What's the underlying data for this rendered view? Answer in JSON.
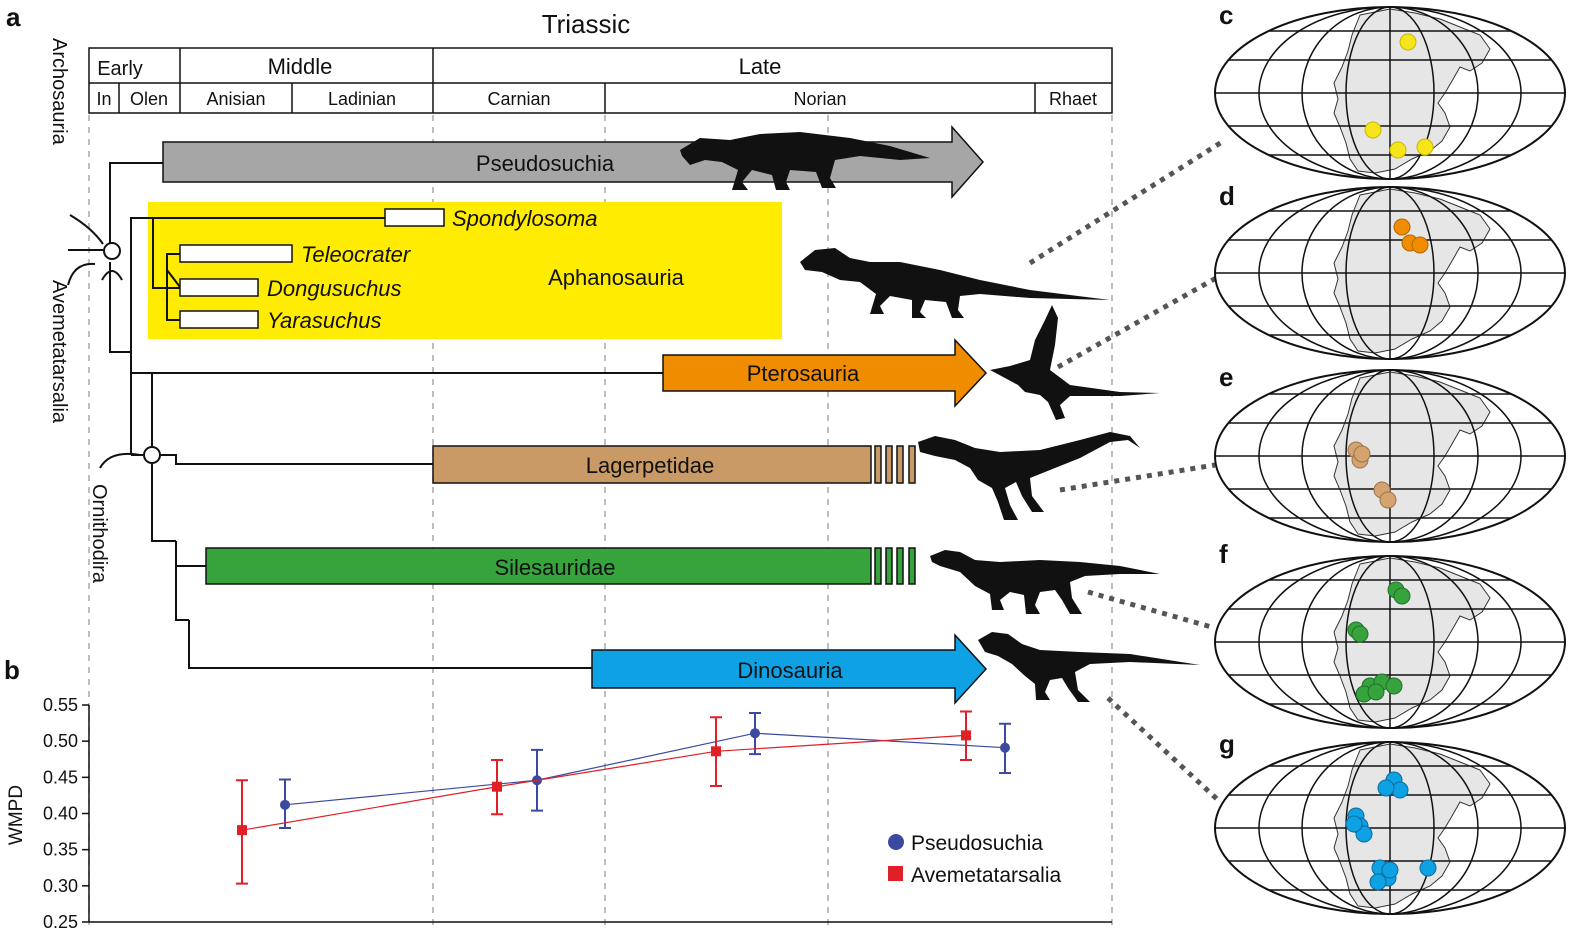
{
  "panel_labels": {
    "a": "a",
    "b": "b",
    "c": "c",
    "d": "d",
    "e": "e",
    "f": "f",
    "g": "g"
  },
  "timescale": {
    "period": "Triassic",
    "epochs": {
      "early": "Early",
      "middle": "Middle",
      "late": "Late"
    },
    "stages": {
      "in": "In",
      "olen": "Olen",
      "anisian": "Anisian",
      "ladinian": "Ladinian",
      "carnian": "Carnian",
      "norian": "Norian",
      "rhaet": "Rhaet"
    }
  },
  "clade_nodes": {
    "archosauria": "Archosauria",
    "avemetatarsalia": "Avemetatarsalia",
    "ornithodira": "Ornithodira"
  },
  "taxa": {
    "pseudosuchia": "Pseudosuchia",
    "spondylosoma": "Spondylosoma",
    "teleocrater": "Teleocrater",
    "dongusuchus": "Dongusuchus",
    "yarasuchus": "Yarasuchus",
    "aphanosauria": "Aphanosauria",
    "pterosauria": "Pterosauria",
    "lagerpetidae": "Lagerpetidae",
    "silesauridae": "Silesauridae",
    "dinosauria": "Dinosauria"
  },
  "colors": {
    "pseudosuchia": "#a6a6a6",
    "aphanosauria_box": "#ffec00",
    "pterosauria": "#f08c00",
    "lagerpetidae": "#c99a65",
    "silesauridae": "#36a33d",
    "dinosauria": "#0ea1e4",
    "series_pseudosuchia": "#3b4aa0",
    "series_avemetatarsalia": "#e01f26",
    "map_fill": "#e6e6e6"
  },
  "chart_data": {
    "type": "scatter",
    "ylabel": "WMPD",
    "ylim": [
      0.25,
      0.55
    ],
    "yticks": [
      "0.55",
      "0.50",
      "0.45",
      "0.40",
      "0.35",
      "0.30",
      "0.25"
    ],
    "series": [
      {
        "name": "Pseudosuchia",
        "marker": "circle",
        "color": "#3b4aa0",
        "x": [
          285,
          537,
          755,
          1005
        ],
        "y": [
          0.412,
          0.446,
          0.511,
          0.491
        ],
        "err_low": [
          0.38,
          0.404,
          0.482,
          0.456
        ],
        "err_high": [
          0.447,
          0.488,
          0.539,
          0.524
        ]
      },
      {
        "name": "Avemetatarsalia",
        "marker": "square",
        "color": "#e01f26",
        "x": [
          242,
          497,
          716,
          966
        ],
        "y": [
          0.377,
          0.437,
          0.486,
          0.508
        ],
        "err_low": [
          0.303,
          0.399,
          0.438,
          0.474
        ],
        "err_high": [
          0.446,
          0.474,
          0.533,
          0.541
        ]
      }
    ]
  }
}
